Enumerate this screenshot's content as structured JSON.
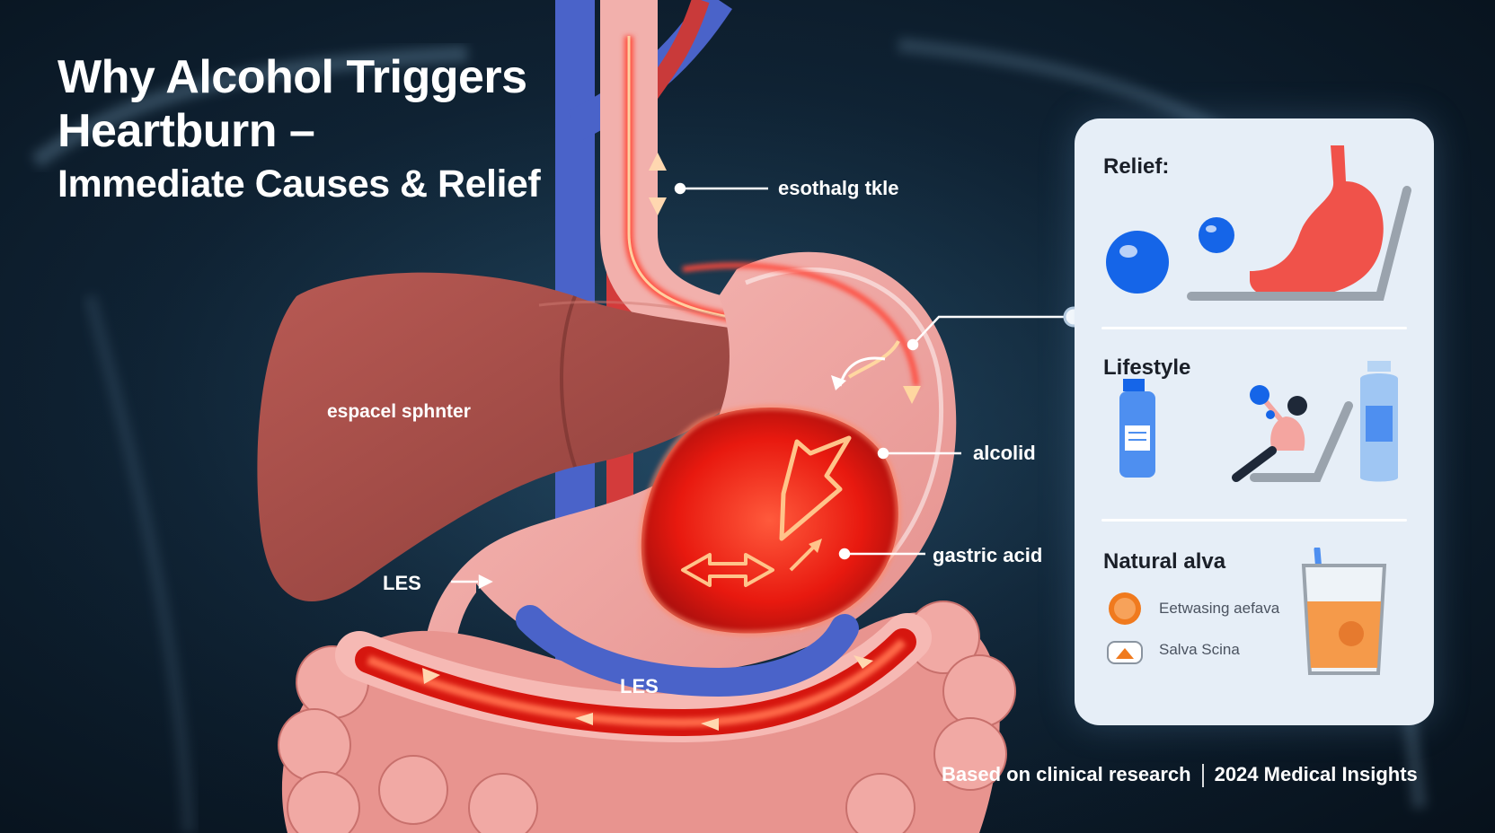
{
  "title": {
    "line1": "Why Alcohol Triggers",
    "line2": "Heartburn –",
    "line3": "Immediate Causes & Relief"
  },
  "labels": {
    "esophagus": "esothalg tkle",
    "sphincter": "espacel sphnter",
    "alcohol": "alcolid",
    "gastric_acid": "gastric acid",
    "les_left": "LES",
    "les_bottom": "LES"
  },
  "panel": {
    "relief_title": "Relief:",
    "lifestyle_title": "Lifestyle",
    "natural_title": "Natural alva",
    "natural_items": [
      {
        "text": "Eetwasing aefava",
        "icon": "orange-circle-icon"
      },
      {
        "text": "Salva Scina",
        "icon": "orange-tray-icon"
      }
    ]
  },
  "footer": {
    "source": "Based on clinical research",
    "insights": "2024 Medical Insights"
  },
  "colors": {
    "background": "#0f2233",
    "panel": "#e6eef7",
    "stomach": "#f0a3a0",
    "acid_glow": "#ff2a1a",
    "liver": "#a8514c",
    "vein": "#4a63c9",
    "artery": "#d33b3b",
    "relief_blue": "#1565e8"
  }
}
